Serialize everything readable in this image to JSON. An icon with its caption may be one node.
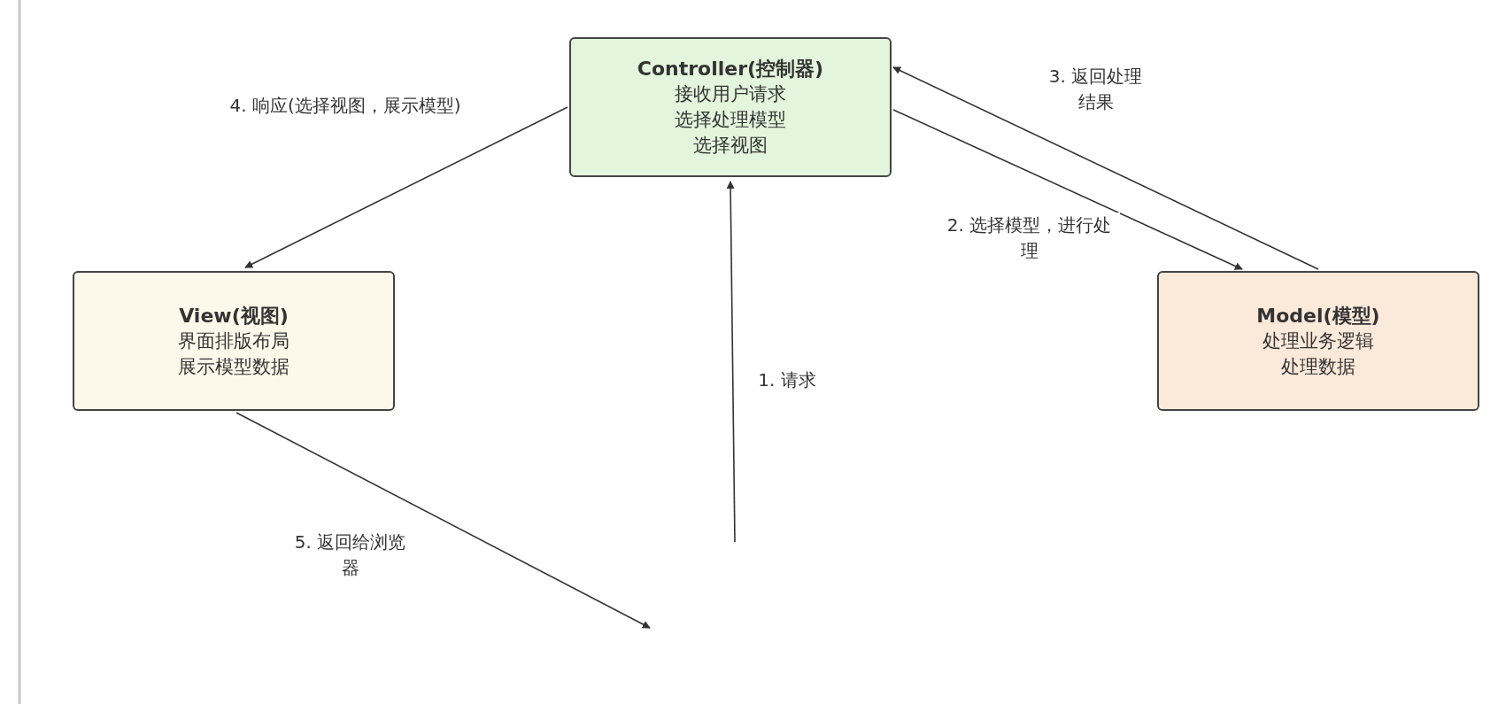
{
  "diagram": {
    "nodes": [
      {
        "text": [
          "Controller(控制器)",
          "接收用户请求",
          "选择处理模型",
          "选择视图"
        ]
      },
      {
        "text": [
          "View(视图)",
          "界面排版布局",
          "展示模型数据"
        ]
      },
      {
        "text": [
          "Model(模型)",
          "处理业务逻辑",
          "处理数据"
        ]
      }
    ],
    "edges": [
      {
        "from": null,
        "to": 0,
        "arrow": "to",
        "label": "1. 请求"
      },
      {
        "from": 0,
        "to": 2,
        "arrow": "to",
        "label": "2. 选择模型，进行处理"
      },
      {
        "from": 2,
        "to": 0,
        "arrow": "to",
        "label": "3. 返回处理结果"
      },
      {
        "from": 0,
        "to": 1,
        "arrow": "to",
        "label": "4. 响应(选择视图，展示模型)"
      },
      {
        "from": 1,
        "to": null,
        "arrow": "to",
        "label": "5. 返回给浏览器"
      }
    ]
  }
}
